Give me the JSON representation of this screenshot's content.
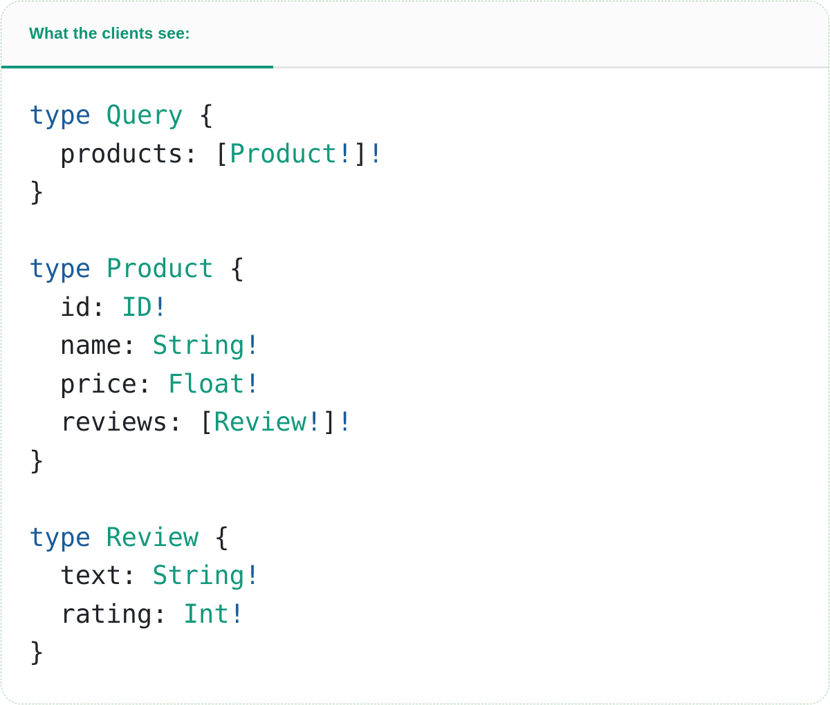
{
  "header": {
    "tab_label": "What the clients see:"
  },
  "colors": {
    "card_border": "#a3cfa9",
    "header_bg": "#fbfbfb",
    "header_text": "#0f9474",
    "divider": "#e4e4e4",
    "tab_indicator": "#11987a",
    "code_keyword": "#1a5c99",
    "code_type": "#12997c",
    "code_plain": "#1f2328"
  },
  "code": {
    "lines": [
      [
        {
          "t": "type",
          "c": "kw"
        },
        {
          "t": " ",
          "c": "pl"
        },
        {
          "t": "Query",
          "c": "ty"
        },
        {
          "t": " {",
          "c": "pl"
        }
      ],
      [
        {
          "t": "  products: [",
          "c": "pl"
        },
        {
          "t": "Product",
          "c": "ty"
        },
        {
          "t": "!",
          "c": "kw"
        },
        {
          "t": "]",
          "c": "pl"
        },
        {
          "t": "!",
          "c": "kw"
        }
      ],
      [
        {
          "t": "}",
          "c": "pl"
        }
      ],
      [],
      [
        {
          "t": "type",
          "c": "kw"
        },
        {
          "t": " ",
          "c": "pl"
        },
        {
          "t": "Product",
          "c": "ty"
        },
        {
          "t": " {",
          "c": "pl"
        }
      ],
      [
        {
          "t": "  id: ",
          "c": "pl"
        },
        {
          "t": "ID",
          "c": "ty"
        },
        {
          "t": "!",
          "c": "kw"
        }
      ],
      [
        {
          "t": "  name: ",
          "c": "pl"
        },
        {
          "t": "String",
          "c": "ty"
        },
        {
          "t": "!",
          "c": "kw"
        }
      ],
      [
        {
          "t": "  price: ",
          "c": "pl"
        },
        {
          "t": "Float",
          "c": "ty"
        },
        {
          "t": "!",
          "c": "kw"
        }
      ],
      [
        {
          "t": "  reviews: [",
          "c": "pl"
        },
        {
          "t": "Review",
          "c": "ty"
        },
        {
          "t": "!",
          "c": "kw"
        },
        {
          "t": "]",
          "c": "pl"
        },
        {
          "t": "!",
          "c": "kw"
        }
      ],
      [
        {
          "t": "}",
          "c": "pl"
        }
      ],
      [],
      [
        {
          "t": "type",
          "c": "kw"
        },
        {
          "t": " ",
          "c": "pl"
        },
        {
          "t": "Review",
          "c": "ty"
        },
        {
          "t": " {",
          "c": "pl"
        }
      ],
      [
        {
          "t": "  text: ",
          "c": "pl"
        },
        {
          "t": "String",
          "c": "ty"
        },
        {
          "t": "!",
          "c": "kw"
        }
      ],
      [
        {
          "t": "  rating: ",
          "c": "pl"
        },
        {
          "t": "Int",
          "c": "ty"
        },
        {
          "t": "!",
          "c": "kw"
        }
      ],
      [
        {
          "t": "}",
          "c": "pl"
        }
      ]
    ]
  }
}
